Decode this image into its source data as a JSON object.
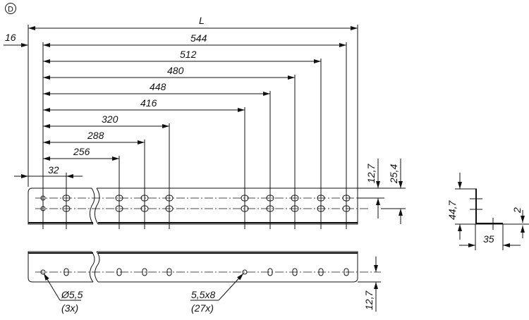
{
  "view_label": "D",
  "length_label": "L",
  "offset_label": "16",
  "dimensions": [
    "544",
    "512",
    "480",
    "448",
    "416",
    "320",
    "288",
    "256",
    "32"
  ],
  "side_dims": {
    "row_spacing": "12,7",
    "total_spacing": "25,4",
    "bottom_row": "12,7"
  },
  "profile": {
    "height": "44,7",
    "width": "35",
    "thickness": "2"
  },
  "callouts": {
    "round_hole": "Ø5,5",
    "round_hole_count": "(3x)",
    "slot": "5,5x8",
    "slot_count": "(27x)"
  },
  "colors": {
    "line": "#111111",
    "background": "#ffffff"
  }
}
